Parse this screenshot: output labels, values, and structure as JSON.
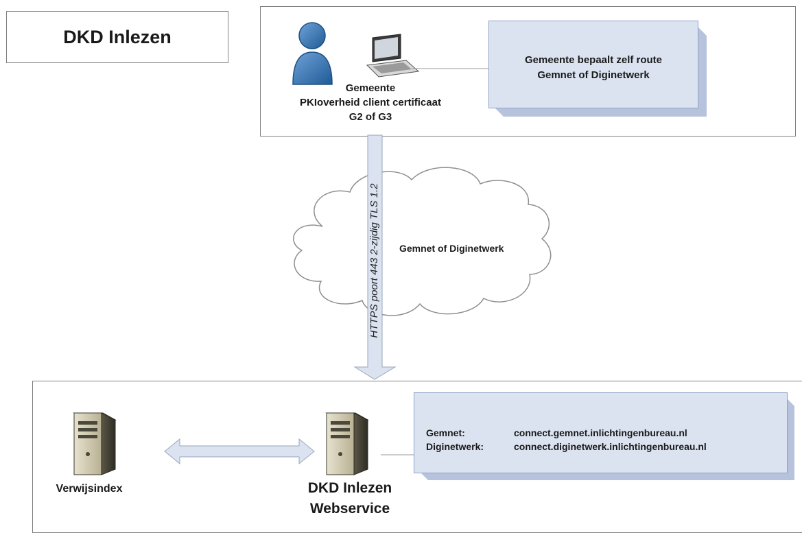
{
  "title": "DKD Inlezen",
  "client": {
    "label_line1": "Gemeente",
    "label_line2": "PKIoverheid client certificaat",
    "label_line3": "G2 of G3",
    "route_note_line1": "Gemeente bepaalt zelf route",
    "route_note_line2": "Gemnet of Diginetwerk"
  },
  "connection": {
    "protocol_label": "HTTPS poort 443 2-zijdig TLS 1.2",
    "network_label": "Gemnet of Diginetwerk"
  },
  "servers": {
    "index_label": "Verwijsindex",
    "webservice_label_line1": "DKD Inlezen",
    "webservice_label_line2": "Webservice"
  },
  "endpoints": [
    {
      "network": "Gemnet:",
      "host": "connect.gemnet.inlichtingenbureau.nl"
    },
    {
      "network": "Diginetwerk:",
      "host": "connect.diginetwerk.inlichtingenbureau.nl"
    }
  ],
  "colors": {
    "note_fill": "#dbe3f1",
    "person_fill": "#3b78b5",
    "arrow_fill": "#dbe3f1",
    "frame_stroke": "#7f7f7f"
  },
  "icons": [
    "person-icon",
    "laptop-icon",
    "cloud-icon",
    "server-icon"
  ]
}
